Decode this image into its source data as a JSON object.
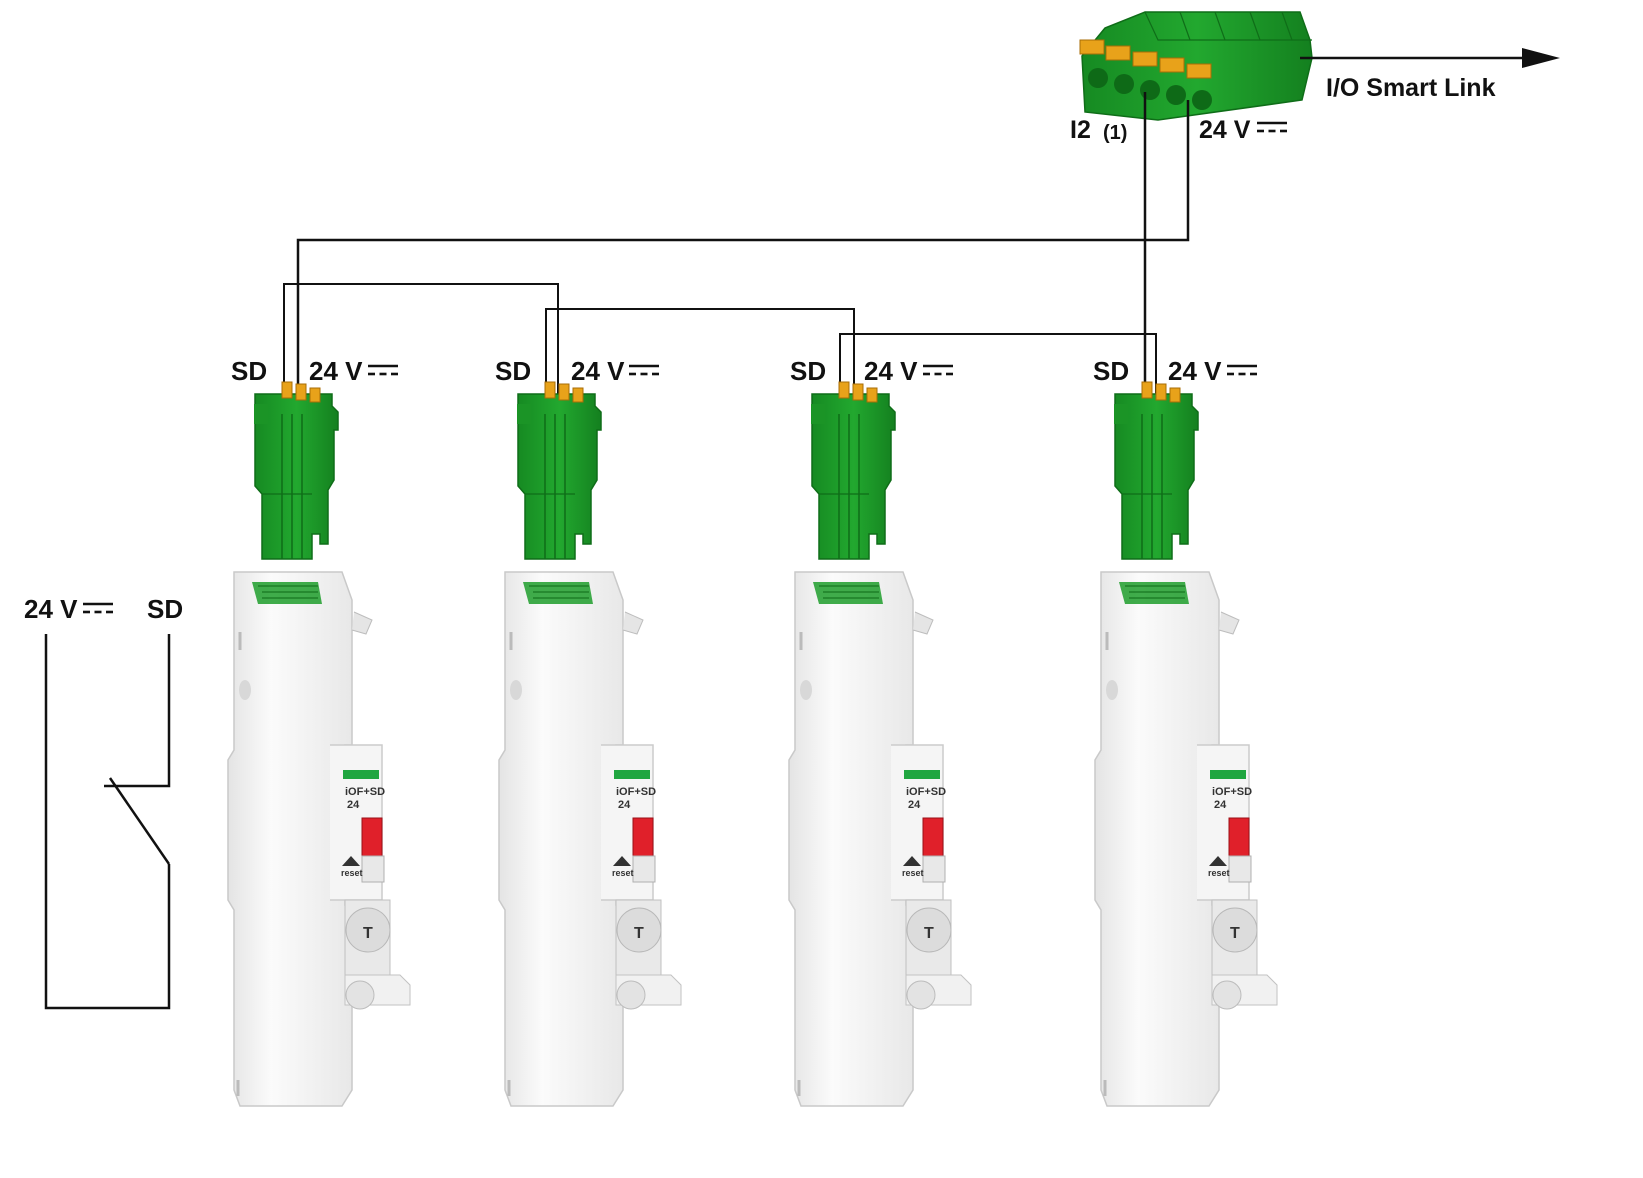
{
  "diagram": {
    "connector": {
      "output_label": "I/O Smart Link",
      "input_label": "I2",
      "input_note": "(1)",
      "supply_label": "24 V"
    },
    "modules": [
      {
        "sd_label": "SD",
        "supply_label": "24 V",
        "model_line1": "iOF+SD",
        "model_line2": "24",
        "reset_label": "reset",
        "test_label": "T"
      },
      {
        "sd_label": "SD",
        "supply_label": "24 V",
        "model_line1": "iOF+SD",
        "model_line2": "24",
        "reset_label": "reset",
        "test_label": "T"
      },
      {
        "sd_label": "SD",
        "supply_label": "24 V",
        "model_line1": "iOF+SD",
        "model_line2": "24",
        "reset_label": "reset",
        "test_label": "T"
      },
      {
        "sd_label": "SD",
        "supply_label": "24 V",
        "model_line1": "iOF+SD",
        "model_line2": "24",
        "reset_label": "reset",
        "test_label": "T"
      }
    ],
    "contact_schematic": {
      "supply_label": "24 V",
      "sd_label": "SD"
    },
    "colors": {
      "connector_green": "#1f9e2b",
      "connector_green_dark": "#12791c",
      "terminal_orange": "#e8a21a",
      "indicator_green": "#20a640",
      "flag_red": "#e0202a",
      "module_body": "#f2f2f2",
      "wire": "#111111"
    }
  }
}
